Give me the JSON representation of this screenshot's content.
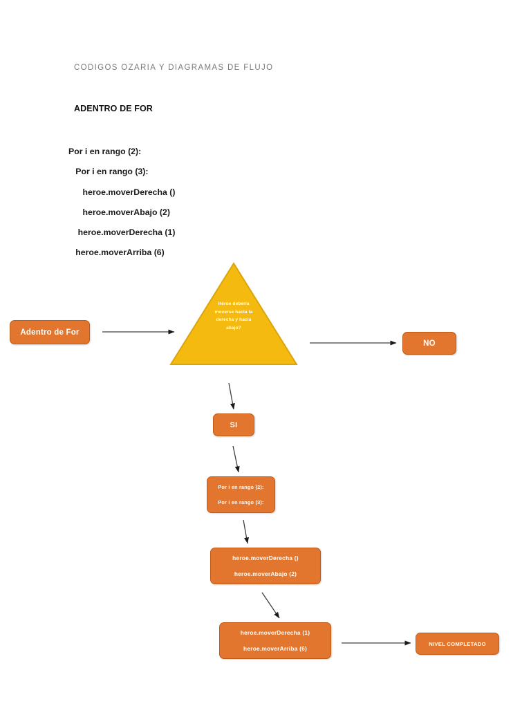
{
  "document": {
    "title": "CODIGOS OZARIA Y DIAGRAMAS DE FLUJO",
    "section_heading": "ADENTRO DE FOR",
    "code_lines": [
      "Por i en rango (2):",
      "   Por i en rango (3):",
      "      heroe.moverDerecha ()",
      "      heroe.moverAbajo (2)",
      "    heroe.moverDerecha (1)",
      "   heroe.moverArriba (6)"
    ]
  },
  "colors": {
    "node_fill": "#E3762E",
    "node_border": "#C05A17",
    "decision_fill": "#F5BA10",
    "decision_border": "#D9A50A",
    "node_text": "#FFFFFF",
    "title_text": "#7B7B7B",
    "body_text": "#1A1A1A",
    "connector": "#404040"
  },
  "flowchart": {
    "nodes": {
      "start": {
        "label": "Adentro de For"
      },
      "decision": {
        "lines": [
          "Héroe debería",
          "moverse hacia la",
          "derecha y hacia",
          "abajo?"
        ]
      },
      "no": {
        "label": "NO"
      },
      "si": {
        "label": "SI"
      },
      "loops": {
        "lines": [
          "Por i en rango (2):",
          "Por i en rango (3):"
        ]
      },
      "move_a": {
        "lines": [
          "heroe.moverDerecha ()",
          "heroe.moverAbajo (2)"
        ]
      },
      "move_b": {
        "lines": [
          "heroe.moverDerecha (1)",
          "heroe.moverArriba (6)"
        ]
      },
      "end": {
        "label": "NIVEL COMPLETADO"
      }
    }
  }
}
